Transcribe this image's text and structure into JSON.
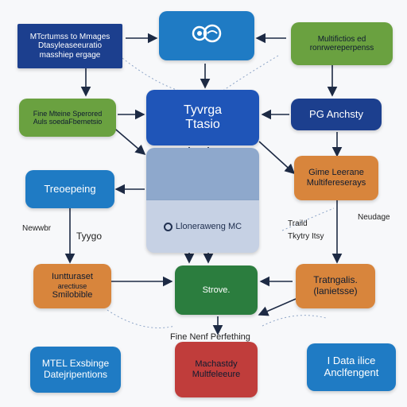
{
  "nodes": {
    "top_left": {
      "line1": "MTcrtumss to Mmages",
      "line2": "Dtasyleaseeuratio",
      "line3": "masshiep ergage"
    },
    "top_right": {
      "line1": "Multifictios ed",
      "line2": "ronrwereperpenss"
    },
    "left_green": {
      "line1": "Fine Mteine Sperored",
      "line2": "Auls soedaFbemetsio"
    },
    "right_navy": {
      "line1": "PG Anchsty"
    },
    "center_top": {
      "line1": "Tyvrga",
      "line2": "Ttasio"
    },
    "left_blue": {
      "line1": "Treoepeing"
    },
    "right_orange": {
      "line1": "Gime Leerane",
      "line2": "Multifereserays"
    },
    "center_light": {
      "line1": "Lloneraweng MC"
    },
    "left_orange": {
      "line1": "Iuntturaset",
      "line2": "arectiuse",
      "line3": "Smilobible"
    },
    "center_green": {
      "line1": "Strove."
    },
    "right_orange2": {
      "line1": "Tratngalis.",
      "line2": "(lanietsse)"
    },
    "bottom_left": {
      "line1": "MTEL Exsbinge",
      "line2": "Datejripentions"
    },
    "bottom_center": {
      "line1": "Machastdy",
      "line2": "Multfeleeure"
    },
    "bottom_right": {
      "line1": "I Data ilice",
      "line2": "Anclfengent"
    }
  },
  "labels": {
    "newwbr": "Newwbr",
    "tyygo": "Tyygo",
    "traild": "Traild",
    "tkytry": "Tkytry Itsy",
    "neudage": "Neudage",
    "fine_perfething": "Fine Nenf Perfething"
  },
  "icons": {
    "top_center": "gear-cog-icon",
    "center_light": "circle-dot-icon"
  },
  "colors": {
    "blue": "#1f7bc4",
    "navy": "#1c3f8e",
    "green": "#6aa140",
    "dark_green": "#2b7d3e",
    "orange": "#d8853c",
    "red": "#c03d3b",
    "light_blue": "#8ea8cc"
  }
}
